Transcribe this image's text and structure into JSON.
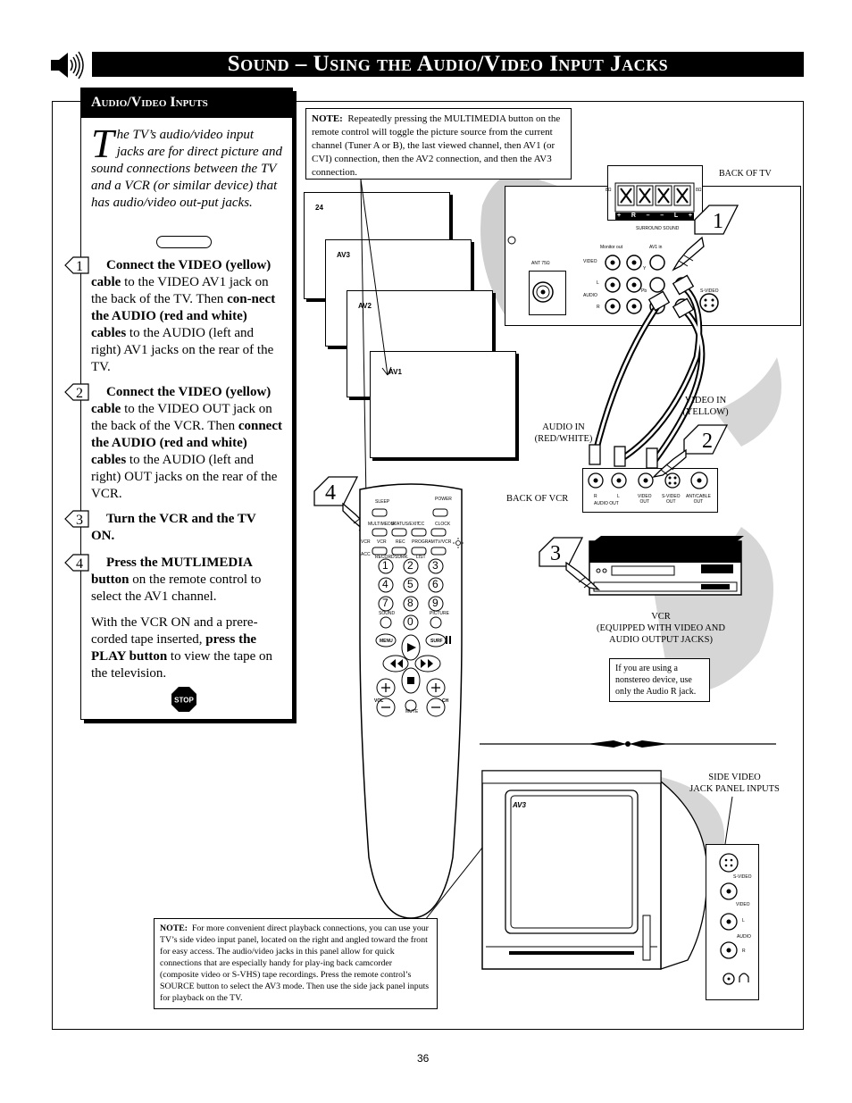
{
  "header": {
    "title": "Sound – Using the Audio/Video Input Jacks",
    "speaker_icon": "speaker-sound-icon"
  },
  "section": {
    "heading": "Audio/Video Inputs",
    "intro_dropcap": "T",
    "intro_text": "he TV’s audio/video input jacks are for direct picture and sound connections between the TV and a VCR (or similar device) that has audio/video out-put jacks."
  },
  "steps": [
    {
      "number": "1",
      "parts": [
        {
          "b": true,
          "t": "Connect the VIDEO (yellow) cable"
        },
        {
          "b": false,
          "t": " to the VIDEO AV1 jack on the back of the TV.  Then "
        },
        {
          "b": true,
          "t": "con-nect the AUDIO (red and white) cables"
        },
        {
          "b": false,
          "t": " to the AUDIO (left and right) AV1 jacks on the rear of the TV."
        }
      ]
    },
    {
      "number": "2",
      "parts": [
        {
          "b": true,
          "t": "Connect the VIDEO (yellow) cable"
        },
        {
          "b": false,
          "t": " to the VIDEO OUT jack on the back of the VCR.  Then "
        },
        {
          "b": true,
          "t": "connect the AUDIO (red and white) cables"
        },
        {
          "b": false,
          "t": " to the AUDIO (left and right) OUT jacks on the rear of the VCR."
        }
      ]
    },
    {
      "number": "3",
      "parts": [
        {
          "b": true,
          "t": "Turn the VCR and the TV ON."
        }
      ]
    },
    {
      "number": "4",
      "parts": [
        {
          "b": true,
          "t": "Press the MUTLIMEDIA button"
        },
        {
          "b": false,
          "t": " on the remote control to select the AV1 channel."
        }
      ]
    }
  ],
  "closing_parts": [
    {
      "b": false,
      "t": "With the VCR ON and a prere-corded tape inserted, "
    },
    {
      "b": true,
      "t": "press the PLAY button"
    },
    {
      "b": false,
      "t": " to view the tape on the television."
    }
  ],
  "stop_label": "STOP",
  "note_top": {
    "label": "NOTE:",
    "text": "Repeatedly pressing the MULTIMEDIA button on the remote control will toggle the picture source from the current channel (Tuner A or B), the last viewed channel, then AV1 (or CVI) connection, then the AV2 connection, and then the AV3 connection."
  },
  "screens": [
    "24",
    "AV3",
    "AV2",
    "AV1"
  ],
  "tv_back": {
    "label": "BACK OF TV",
    "surround": "SURROUND SOUND",
    "speaker_terms": [
      "+",
      "R",
      "–",
      "–",
      "L",
      "+"
    ],
    "ant": "ANT 75Ω",
    "monitor_out": "Monitor out",
    "av1_in": "AV1 in",
    "row_labels": [
      "VIDEO",
      "L",
      "AUDIO",
      "R"
    ],
    "svideo": "S-VIDEO",
    "ohm": "8Ω",
    "y": "Y",
    "pb": "Pb"
  },
  "cables": {
    "video_in": "VIDEO IN\n(YELLOW)",
    "audio_in": "AUDIO IN\n(RED/WHITE)"
  },
  "vcr_back": {
    "label": "BACK OF VCR",
    "jacks": [
      "R",
      "L",
      "VIDEO\nOUT",
      "S-VIDEO\nOUT",
      "ANT/CABLE\nOUT"
    ],
    "audio_out": "AUDIO OUT"
  },
  "vcr": {
    "label": "VCR\n(EQUIPPED WITH VIDEO AND\nAUDIO OUTPUT JACKS)"
  },
  "note_mono": {
    "text": "If you are using a nonstereo device, use only the Audio R jack."
  },
  "remote": {
    "top_labels": [
      "SLEEP",
      "POWER"
    ],
    "row1": [
      "MULTIMEDIA",
      "STATUS/EXIT",
      "CC",
      "CLOCK"
    ],
    "row2": [
      "VCR",
      "REC",
      "PROGRAM",
      "TV/VCR"
    ],
    "row2b": [
      "RECORD",
      "SURR.",
      "LIST"
    ],
    "side": [
      "VCR",
      "ACC"
    ],
    "digits": [
      "1",
      "2",
      "3",
      "4",
      "5",
      "6",
      "7",
      "8",
      "9",
      "0"
    ],
    "under_digits": [
      "SOUND",
      "PICTURE"
    ],
    "menu": "MENU",
    "surf": "SURF",
    "vol": "VOL",
    "ch": "CH",
    "mute": "MUTE"
  },
  "side_panel": {
    "label": "SIDE VIDEO\nJACK PANEL INPUTS",
    "jacks": [
      "S-VIDEO",
      "VIDEO",
      "L",
      "AUDIO",
      "R"
    ]
  },
  "tv_front": {
    "screen_text": "AV3"
  },
  "note_bottom": {
    "label": "NOTE:",
    "text": "For more convenient direct playback connections, you can use your TV’s side video input panel, located on the right and angled toward the front for easy access. The audio/video jacks in this panel allow for quick connections that are especially handy for play-ing back camcorder (composite video or S-VHS) tape recordings. Press the remote control’s SOURCE button to select the AV3 mode. Then use the side jack panel inputs for playback on the TV."
  },
  "callouts": [
    "1",
    "2",
    "3",
    "4"
  ],
  "page_number": "36"
}
